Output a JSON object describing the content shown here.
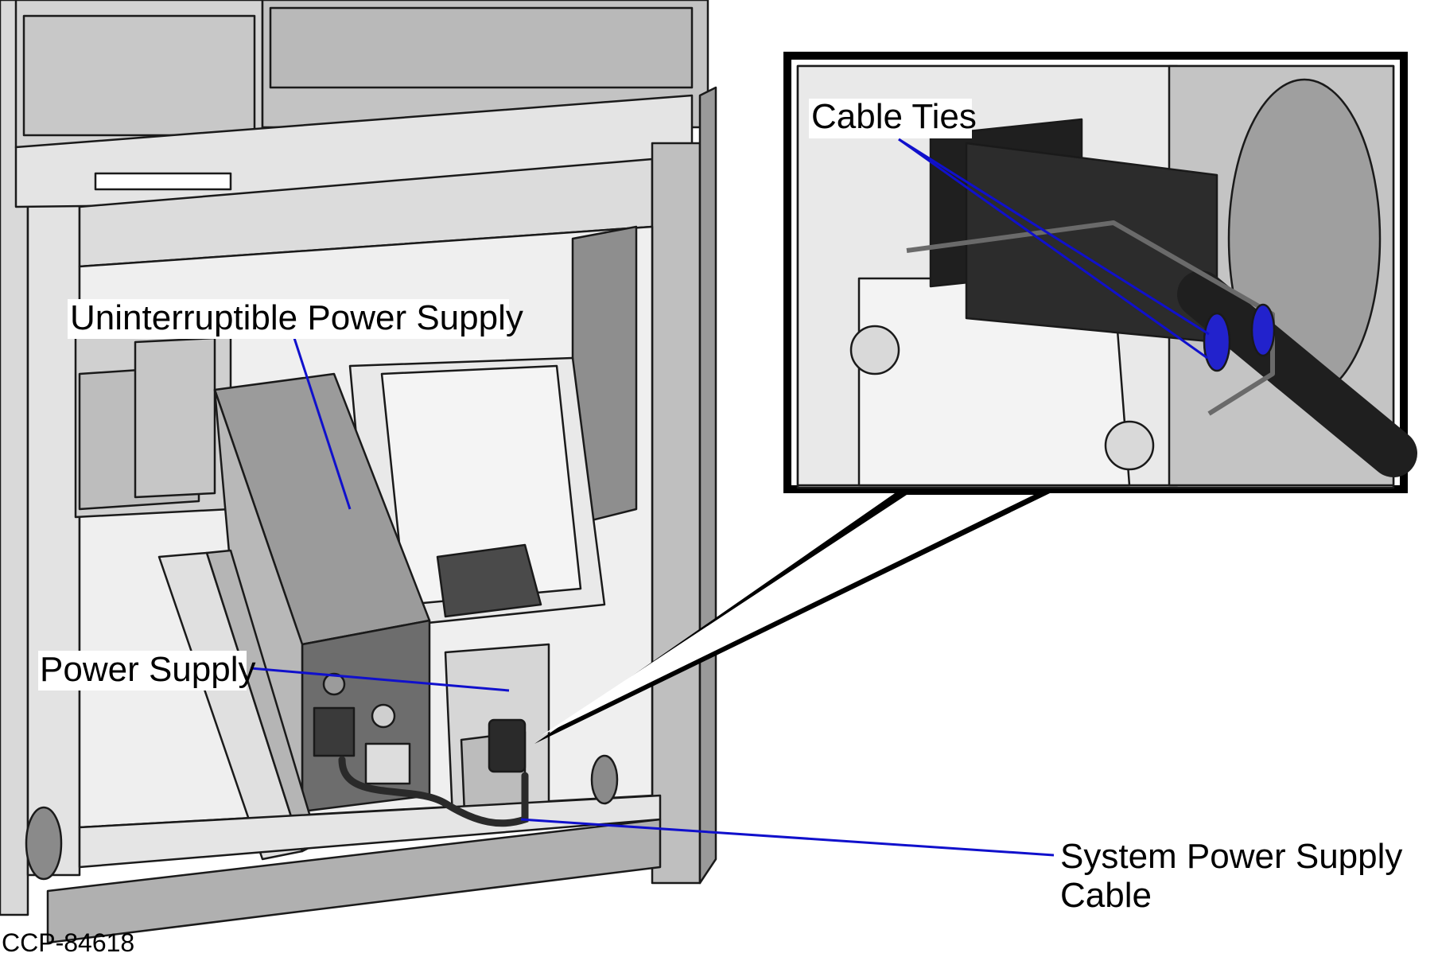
{
  "labels": {
    "ups": "Uninterruptible Power Supply",
    "power_supply": "Power Supply",
    "cable_ties": "Cable Ties",
    "system_cable_line1": "System Power Supply",
    "system_cable_line2": "Cable"
  },
  "figure_id": "CCP-84618",
  "colors": {
    "leader": "#1010cc",
    "outline": "#1a1a1a",
    "panel_light": "#e6e6e6",
    "panel_mid": "#cfcfcf",
    "panel_dark": "#5a5a5a",
    "plug": "#2a2a2a",
    "tie": "#2222cc"
  }
}
